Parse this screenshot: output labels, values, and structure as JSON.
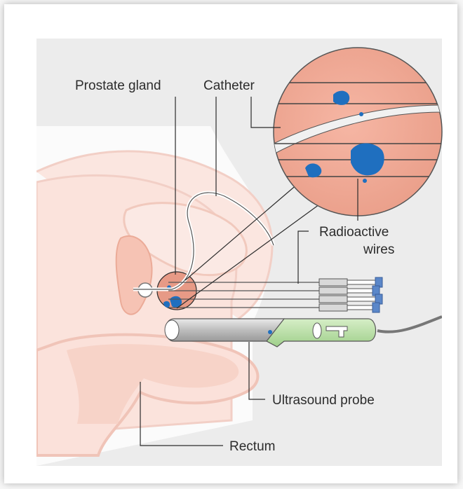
{
  "labels": {
    "prostate_gland": "Prostate gland",
    "catheter": "Catheter",
    "radioactive_line1": "Radioactive",
    "radioactive_line2": "wires",
    "ultrasound_probe": "Ultrasound probe",
    "rectum": "Rectum"
  },
  "colors": {
    "background": "#ececec",
    "body_outline": "#f2cfc6",
    "body_fill": "#fbe6e0",
    "tissue": "#f6c3b4",
    "prostate": "#e79a86",
    "tumour": "#1f6fbf",
    "probe_metal": "#c7c7c7",
    "probe_handle": "#b8dca5",
    "wire_tip": "#5b87c9"
  },
  "icons": [
    "magnifier-circle",
    "catheter-tube",
    "needle-connector",
    "ultrasound-probe"
  ]
}
